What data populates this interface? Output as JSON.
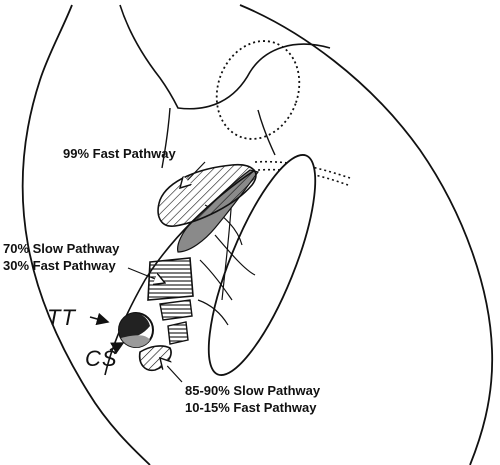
{
  "labels": {
    "fast_99": "99%  Fast Pathway",
    "mid_line1": "70% Slow Pathway",
    "mid_line2": "30% Fast Pathway",
    "tt": "TT",
    "cs": "CS",
    "low_line1": "85-90% Slow Pathway",
    "low_line2": "10-15% Fast Pathway"
  },
  "colors": {
    "ink": "#111111",
    "shade": "#8a8a8a",
    "paper": "#ffffff"
  }
}
